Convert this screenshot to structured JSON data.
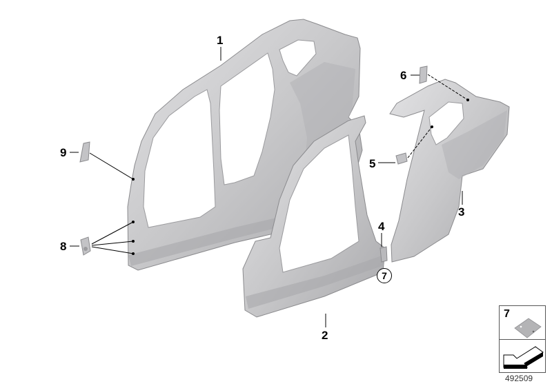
{
  "diagram": {
    "id_number": "492509",
    "colors": {
      "part_fill": "#c6c6c8",
      "part_light": "#dcdcde",
      "part_dark": "#9c9c9f",
      "part_edge": "#8a8a8d",
      "leader": "#000000",
      "background": "#ffffff"
    },
    "callouts": [
      {
        "label": "1",
        "part": "side-frame-complete"
      },
      {
        "label": "2",
        "part": "side-frame-front-section"
      },
      {
        "label": "3",
        "part": "side-frame-rear-section"
      },
      {
        "label": "4",
        "part": "sill-joint-plate"
      },
      {
        "label": "5",
        "part": "small-bracket"
      },
      {
        "label": "6",
        "part": "roof-rail-bracket"
      },
      {
        "label": "7",
        "part": "adhesive-pad"
      },
      {
        "label": "8",
        "part": "pillar-bracket"
      },
      {
        "label": "9",
        "part": "a-pillar-bracket"
      }
    ],
    "circled_reference": "7",
    "legend": {
      "item_label": "7",
      "item_icon": "adhesive-pad-icon",
      "arrow_icon": "arrow-left-down-icon"
    }
  }
}
